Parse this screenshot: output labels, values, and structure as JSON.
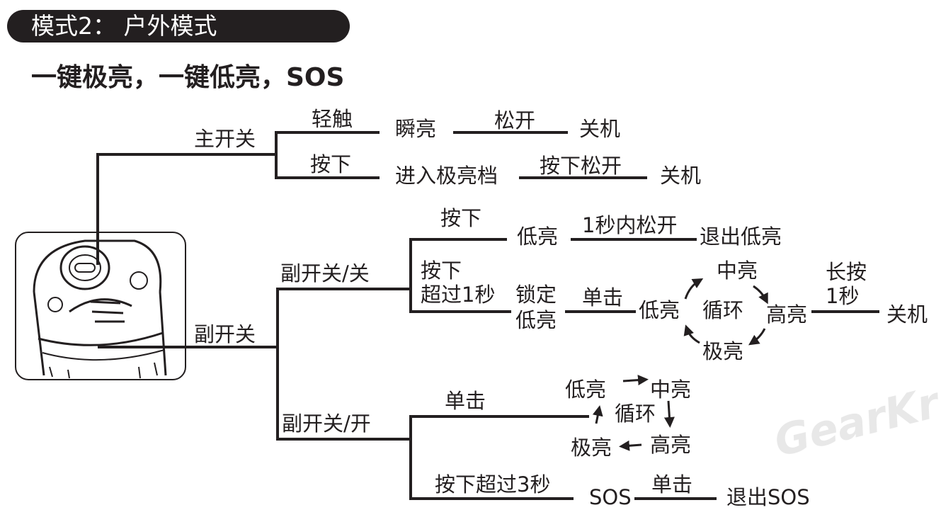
{
  "header": {
    "mode_title": "模式2： 户外模式",
    "subtitle": "一键极亮，一键低亮，SOS"
  },
  "main_switch": {
    "label": "主开关",
    "tap": {
      "action": "轻触",
      "result": "瞬亮",
      "next_action": "松开",
      "end": "关机"
    },
    "press": {
      "action": "按下",
      "result": "进入极亮档",
      "next_action": "按下松开",
      "end": "关机"
    }
  },
  "aux_switch": {
    "label": "副开关",
    "off_state": {
      "label": "副开关/关",
      "press": {
        "action": "按下",
        "result": "低亮",
        "next_action": "1秒内松开",
        "end": "退出低亮"
      },
      "hold": {
        "action_line1": "按下",
        "action_line2": "超过1秒",
        "result_line1": "锁定",
        "result_line2": "低亮",
        "next_action": "单击",
        "cycle": {
          "low": "低亮",
          "mid": "中亮",
          "center": "循环",
          "high": "高亮",
          "max": "极亮"
        },
        "off_action_line1": "长按",
        "off_action_line2": "1秒",
        "end": "关机"
      }
    },
    "on_state": {
      "label": "副开关/开",
      "click": {
        "action": "单击",
        "cycle": {
          "low": "低亮",
          "mid": "中亮",
          "center": "循环",
          "high": "高亮",
          "max": "极亮"
        }
      },
      "hold": {
        "action": "按下超过3秒",
        "result": "SOS",
        "next_action": "单击",
        "end": "退出SOS"
      }
    }
  },
  "watermark": "GearKr",
  "colors": {
    "ink": "#231f20",
    "banner_text": "#ffffff",
    "watermark": "#e8e8e8"
  }
}
